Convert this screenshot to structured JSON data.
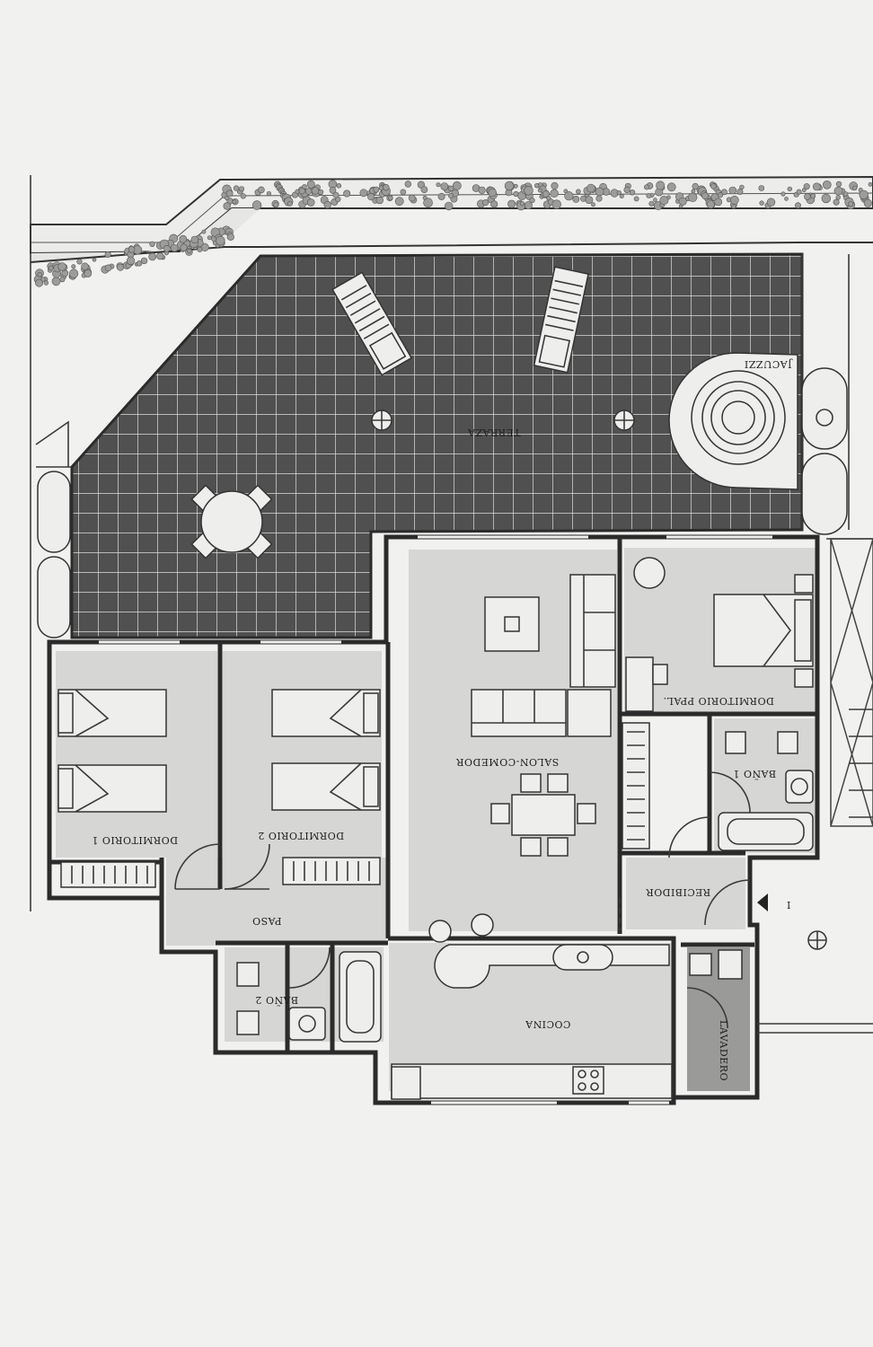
{
  "labels": {
    "terraza": "TERRAZA",
    "jacuzzi": "JACUZZI",
    "salon": "SALON-COMEDOR",
    "dorm_ppal": "DORMITORIO PPAL.",
    "dorm1": "DORMITORIO 1",
    "dorm2": "DORMITORIO 2",
    "bano1": "BAÑO 1",
    "bano2": "BAÑO 2",
    "recibidor": "RECIBIDOR",
    "paso": "PASO",
    "cocina": "COCINA",
    "lavadero": "LAVADERO",
    "entrance_mark": "I"
  },
  "colors": {
    "paper": "#f1f1ef",
    "terrace_tile": "#505050",
    "room_floor": "#d6d6d4",
    "wall": "#2b2b2b"
  }
}
